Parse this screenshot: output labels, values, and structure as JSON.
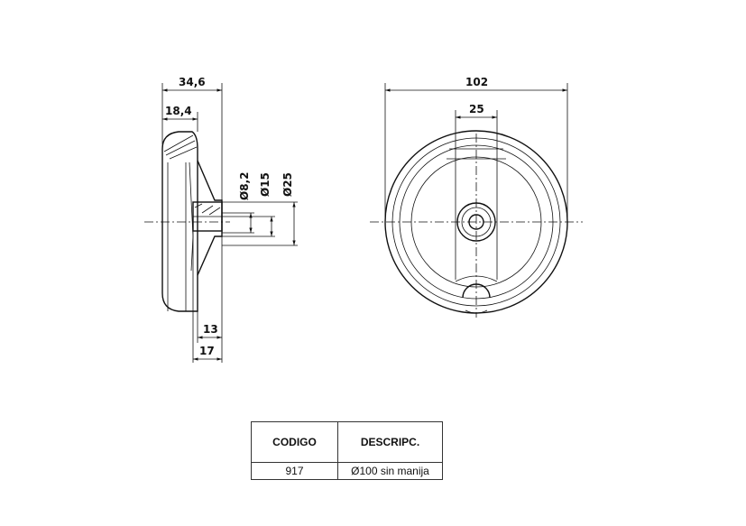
{
  "dimensions": {
    "overall_width": "34,6",
    "rim_width": "18,4",
    "hole_diameter": "Ø8,2",
    "hub_diameter": "Ø15",
    "boss_diameter": "Ø25",
    "hub_length": "13",
    "hub_total": "17",
    "outer_diameter": "102",
    "spoke_width": "25"
  },
  "table": {
    "headers": [
      "CODIGO",
      "DESCRIPC."
    ],
    "rows": [
      {
        "code": "917",
        "description": "Ø100 sin manija"
      }
    ]
  }
}
